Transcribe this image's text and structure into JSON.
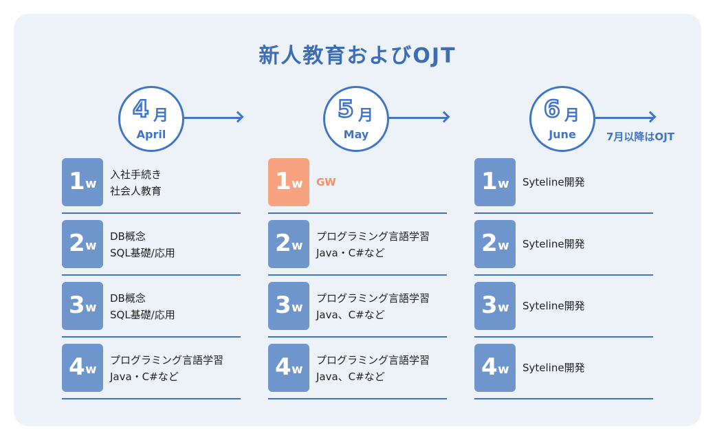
{
  "title": "新人教育およびOJT",
  "after_label": "7月以降はOJT",
  "months": [
    {
      "num": "4",
      "unit": "月",
      "en": "April",
      "weeks": [
        {
          "n": "1",
          "w": "w",
          "lines": [
            "入社手続き",
            "社会人教育"
          ],
          "highlight": false
        },
        {
          "n": "2",
          "w": "w",
          "lines": [
            "DB概念",
            "SQL基礎/応用"
          ],
          "highlight": false
        },
        {
          "n": "3",
          "w": "w",
          "lines": [
            "DB概念",
            "SQL基礎/応用"
          ],
          "highlight": false
        },
        {
          "n": "4",
          "w": "w",
          "lines": [
            "プログラミング言語学習",
            "Java・C#など"
          ],
          "highlight": false
        }
      ]
    },
    {
      "num": "5",
      "unit": "月",
      "en": "May",
      "weeks": [
        {
          "n": "1",
          "w": "w",
          "lines": [
            "GW"
          ],
          "highlight": true
        },
        {
          "n": "2",
          "w": "w",
          "lines": [
            "プログラミング言語学習",
            "Java・C#など"
          ],
          "highlight": false
        },
        {
          "n": "3",
          "w": "w",
          "lines": [
            "プログラミング言語学習",
            "Java、C#など"
          ],
          "highlight": false
        },
        {
          "n": "4",
          "w": "w",
          "lines": [
            "プログラミング言語学習",
            "Java、C#など"
          ],
          "highlight": false
        }
      ]
    },
    {
      "num": "6",
      "unit": "月",
      "en": "June",
      "weeks": [
        {
          "n": "1",
          "w": "w",
          "lines": [
            "Syteline開発"
          ],
          "highlight": false
        },
        {
          "n": "2",
          "w": "w",
          "lines": [
            "Syteline開発"
          ],
          "highlight": false
        },
        {
          "n": "3",
          "w": "w",
          "lines": [
            "Syteline開発"
          ],
          "highlight": false
        },
        {
          "n": "4",
          "w": "w",
          "lines": [
            "Syteline開発"
          ],
          "highlight": false
        }
      ]
    }
  ],
  "colors": {
    "accent": "#3f74c7",
    "week_box": "#6f95cd",
    "week_box_highlight": "#f8a37f",
    "highlight_text": "#f39068",
    "panel_bg": "#edf1f8"
  }
}
